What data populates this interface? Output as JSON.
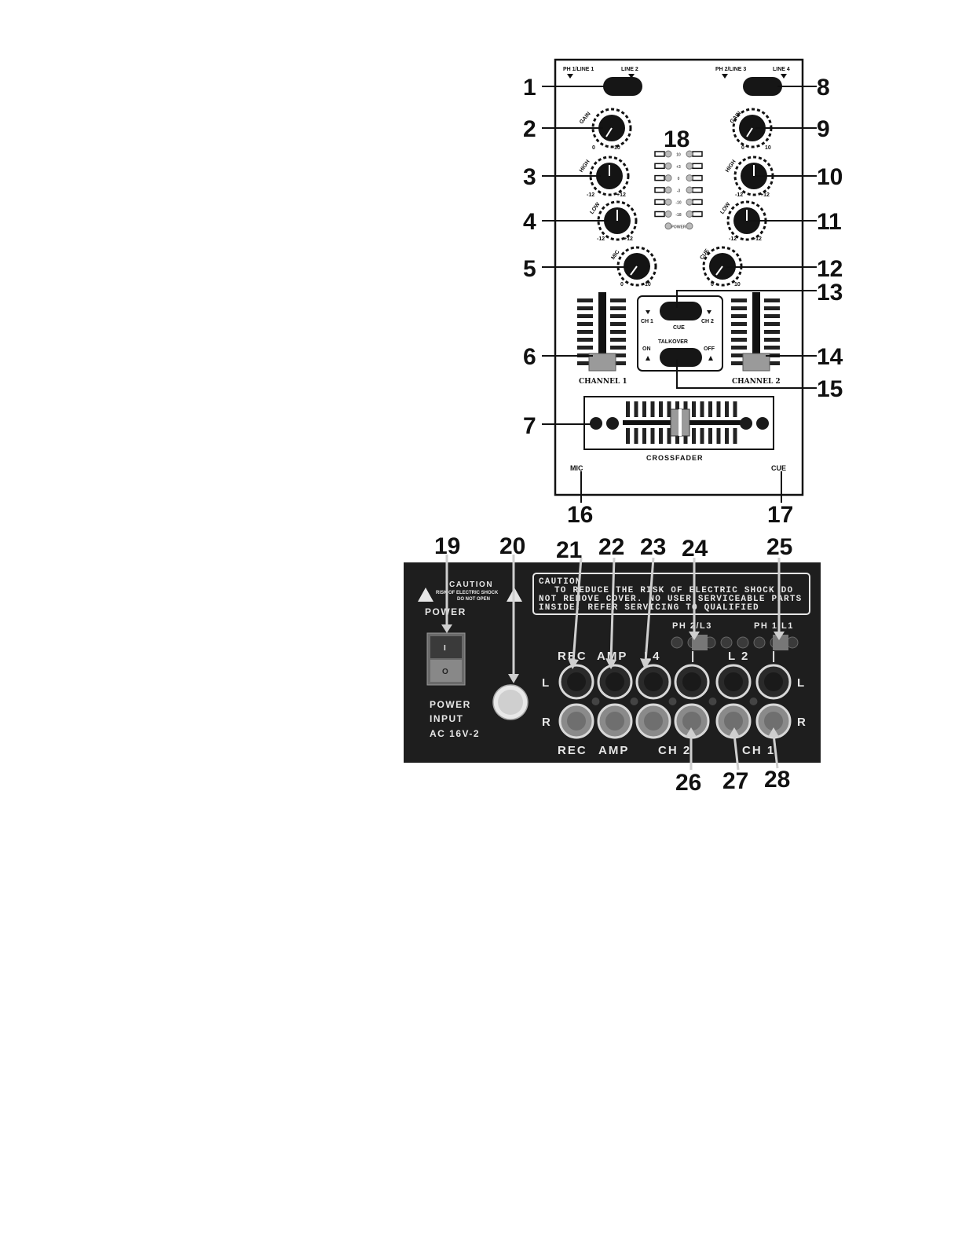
{
  "top_panel": {
    "selector_left_a": "PH 1/LINE 1",
    "selector_left_b": "LINE 2",
    "selector_right_a": "PH 2/LINE 3",
    "selector_right_b": "LINE 4",
    "gain": "GAIN",
    "high": "HIGH",
    "low": "LOW",
    "mic": "MIC",
    "cue": "CUE",
    "gain_min": "0",
    "gain_max": "10",
    "eq_min": "-12",
    "eq_max": "+12",
    "meter_labels": [
      "10",
      "+3",
      "0",
      "-3",
      "-10",
      "-18",
      "POWER"
    ],
    "cue_ch1": "CH 1",
    "cue_ch2": "CH 2",
    "cue_label": "CUE",
    "talkover": "TALKOVER",
    "talk_on": "ON",
    "talk_off": "OFF",
    "channel1": "CHANNEL 1",
    "channel2": "CHANNEL 2",
    "crossfader": "CROSSFADER",
    "mic_jack": "MIC",
    "cue_jack": "CUE"
  },
  "rear_panel": {
    "caution_small_title": "CAUTION",
    "caution_small_l1": "RISK OF ELECTRIC SHOCK",
    "caution_small_l2": "DO NOT OPEN",
    "power": "POWER",
    "switch_on": "I",
    "switch_off": "O",
    "power_input_l1": "POWER",
    "power_input_l2": "INPUT",
    "power_input_l3": "AC 16V-2",
    "caution_title": "CAUTION",
    "caution_l1": "TO REDUCE THE RISK OF ELECTRIC SHOCK DO",
    "caution_l2": "NOT REMOVE COVER. NO USER SERVICEABLE PARTS",
    "caution_l3": "INSIDE. REFER SERVICING TO QUALIFIED",
    "ph2": "PH 2/L3",
    "ph1": "PH 1/L1",
    "rec": "REC",
    "amp": "AMP",
    "l4": "L4",
    "l2": "L 2",
    "bar": "|",
    "side_l": "L",
    "side_r": "R",
    "ch2": "CH 2",
    "ch1": "CH 1"
  },
  "callouts": [
    "1",
    "2",
    "3",
    "4",
    "5",
    "6",
    "7",
    "8",
    "9",
    "10",
    "11",
    "12",
    "13",
    "14",
    "15",
    "16",
    "17",
    "18",
    "19",
    "20",
    "21",
    "22",
    "23",
    "24",
    "25",
    "26",
    "27",
    "28"
  ],
  "colors": {
    "panel_dark": "#1e1e1e",
    "ink": "#111111",
    "light_text": "#e6e6e6"
  }
}
